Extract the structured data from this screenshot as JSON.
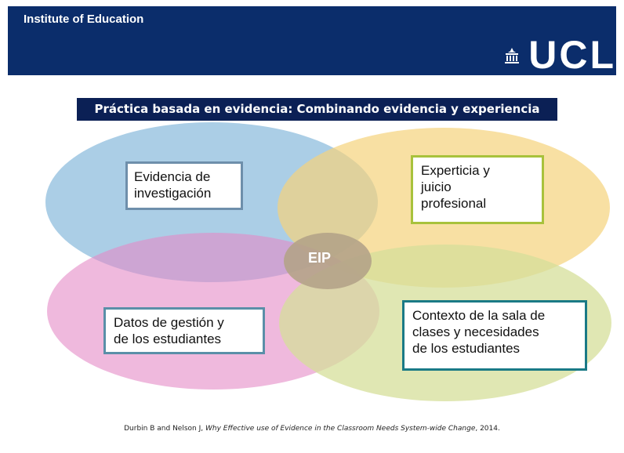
{
  "header": {
    "title": "Institute of Education",
    "logo_text": "UCL"
  },
  "banner": {
    "title": "Práctica basada en evidencia: Combinando evidencia y experiencia"
  },
  "venn": {
    "center": "EIP",
    "top_left": {
      "line1": "Evidencia de",
      "line2": "investigación"
    },
    "top_right": {
      "line1": "Experticia y",
      "line2": "juicio",
      "line3": "profesional"
    },
    "bottom_left": {
      "line1": "Datos de gestión y",
      "line2": "de los estudiantes"
    },
    "bottom_right": {
      "line1": "Contexto de la sala de",
      "line2": "clases y necesidades",
      "line3": "de los estudiantes"
    }
  },
  "citation": {
    "authors": "Durbin B and Nelson J, ",
    "title": "Why Effective use of Evidence in the Classroom Needs System-wide Change",
    "year": ", 2014."
  },
  "colors": {
    "header_bg": "#0b2d6b",
    "banner_bg": "#0b2055",
    "blue": "#7eb3d8",
    "yellow": "#f5d37c",
    "pink": "#e48bc6",
    "green": "#d6df9a"
  }
}
